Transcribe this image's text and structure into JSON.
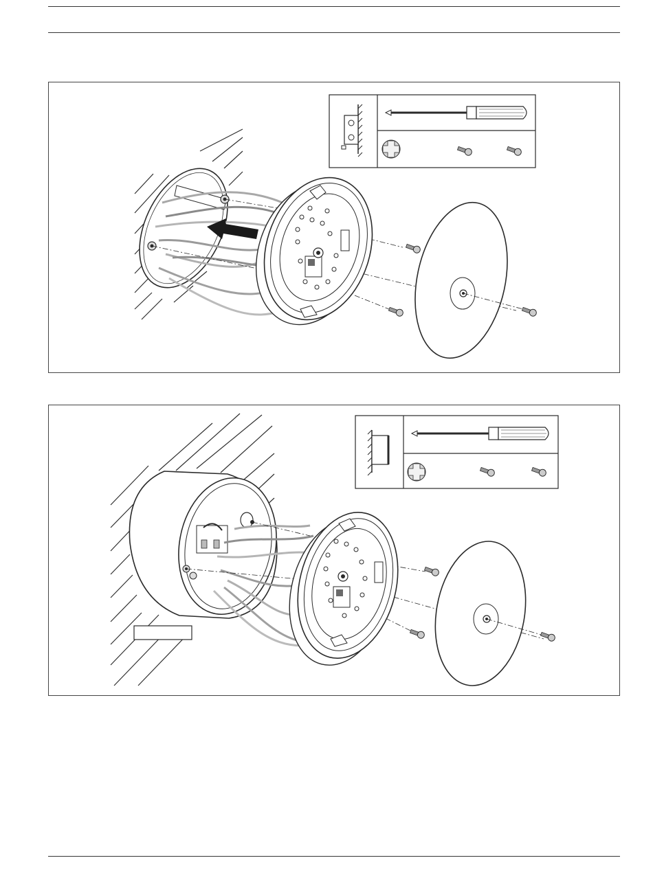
{
  "page": {
    "header_rules": 2,
    "footer_rule": true
  },
  "figures": [
    {
      "id": "figure-1",
      "mount_type": "flush-mount box in wall",
      "tool_legend": {
        "tool": "screwdriver-icon",
        "screw_head": "phillips-cross-icon",
        "screws": [
          "screw-icon",
          "screw-icon"
        ]
      },
      "arrow_direction": "left"
    },
    {
      "id": "figure-2",
      "mount_type": "surface-mount box on wall",
      "tool_legend": {
        "tool": "screwdriver-icon",
        "screw_head": "phillips-cross-icon",
        "screws": [
          "screw-icon",
          "screw-icon"
        ]
      },
      "box_label": ""
    }
  ],
  "colors": {
    "line": "#2a2a2a",
    "cable_grey": "#a8a8a8",
    "cable_dark": "#7a7a7a",
    "hatch": "#2f2f2f",
    "panel_fill": "#ffffff",
    "tool_grip": "#cfcfcf",
    "screw_fill": "#9a9a9a"
  }
}
